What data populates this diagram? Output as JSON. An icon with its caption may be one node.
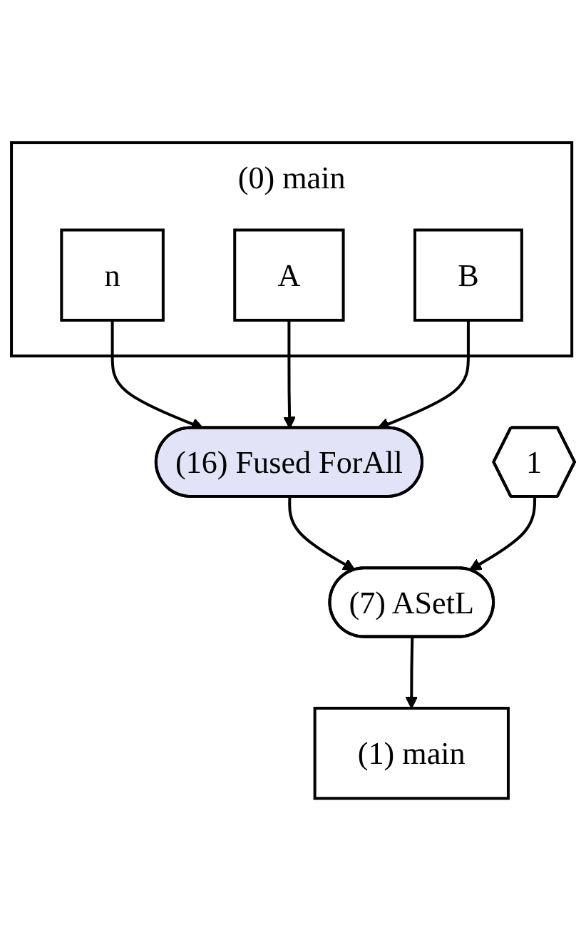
{
  "diagram": {
    "nodes": [
      {
        "text": [
          "(0) main"
        ]
      },
      {
        "text": [
          "n"
        ],
        "in": 0
      },
      {
        "text": [
          "A"
        ],
        "in": 0
      },
      {
        "text": [
          "B"
        ],
        "in": 0
      },
      {
        "text": [
          "(16) Fused ForAll"
        ]
      },
      {
        "text": [
          "1"
        ]
      },
      {
        "text": [
          "(7) ASetL"
        ]
      },
      {
        "text": [
          "(1) main"
        ]
      }
    ],
    "edges": [
      {
        "from": 1,
        "to": 4,
        "arrow": "to"
      },
      {
        "from": 2,
        "to": 4,
        "arrow": "to"
      },
      {
        "from": 3,
        "to": 4,
        "arrow": "to"
      },
      {
        "from": 4,
        "to": 6,
        "arrow": "to"
      },
      {
        "from": 5,
        "to": 6,
        "arrow": "to"
      },
      {
        "from": 6,
        "to": 7,
        "arrow": "to"
      }
    ]
  }
}
